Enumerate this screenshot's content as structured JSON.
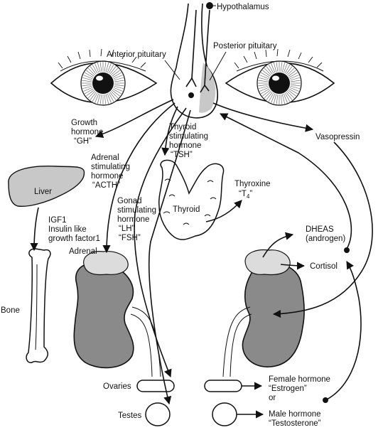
{
  "labels": {
    "hypothalamus": "Hypothalamus",
    "anterior_pituitary": "Anterior pituitary",
    "posterior_pituitary": "Posterior pituitary",
    "gh": [
      "Growth",
      "hormone",
      "“GH”"
    ],
    "tsh": [
      "Thyroid",
      "stimulating",
      "hormone",
      "“TSH”"
    ],
    "acth": [
      "Adrenal",
      "stimulating",
      "hormone",
      "“ACTH”"
    ],
    "lh_fsh": [
      "Gonad",
      "stimulating",
      "hormone",
      "“LH”",
      "“FSH”"
    ],
    "liver": "Liver",
    "igf1": [
      "IGF1",
      "Insulin like",
      "growth factor1"
    ],
    "thyroxine": [
      "Thyroxine",
      "“T",
      "4",
      "”"
    ],
    "thyroid": "Thyroid",
    "vasopressin": "Vasopressin",
    "adrenal": "Adrenal",
    "dheas": [
      "DHEAS",
      "(androgen)"
    ],
    "cortisol": "Cortisol",
    "bone": "Bone",
    "ovaries": "Ovaries",
    "testes": "Testes",
    "female": [
      "Female hormone",
      "“Estrogen”",
      "or"
    ],
    "male": [
      "Male hormone",
      "“Testosterone”"
    ]
  },
  "colors": {
    "organ_dark": "#8a8a8a",
    "organ_light": "#c8c8c8",
    "line": "#111111"
  }
}
